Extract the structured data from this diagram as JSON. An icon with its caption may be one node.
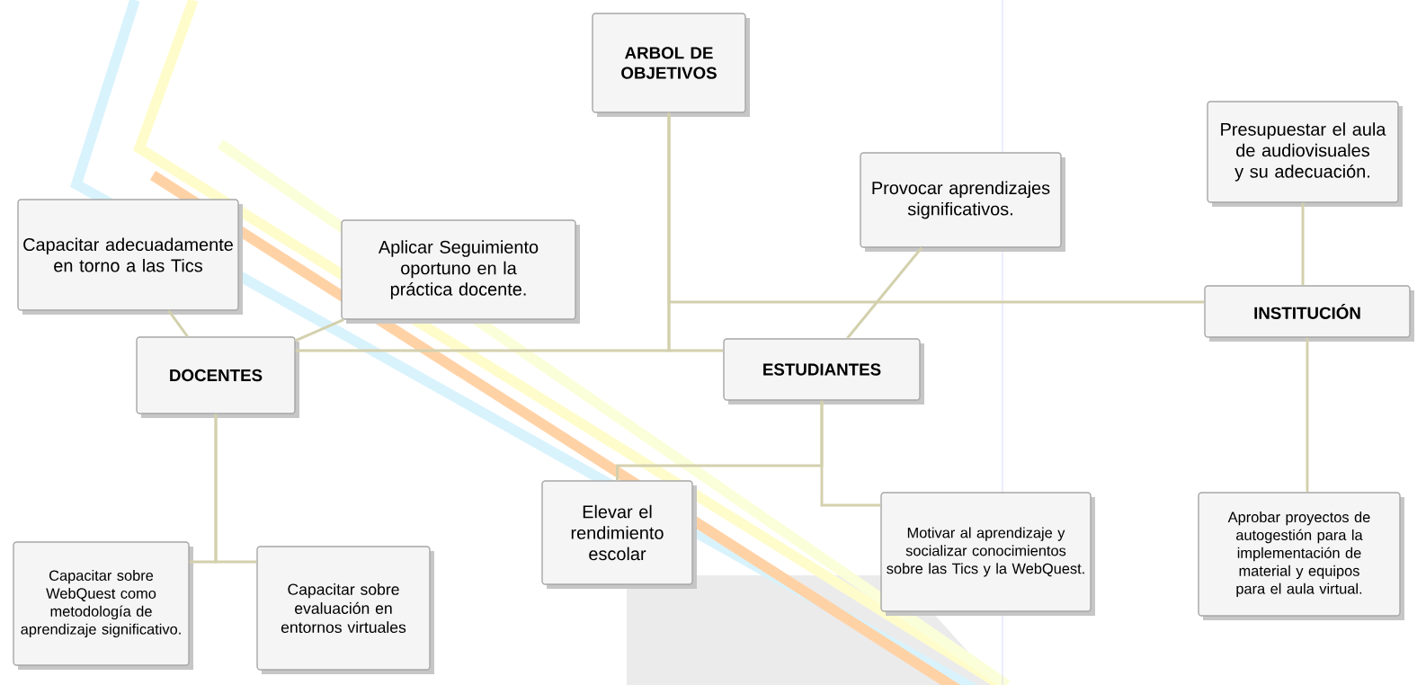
{
  "diagram": {
    "nodes": [
      {
        "text": [
          "ARBOL DE OBJETIVOS"
        ]
      },
      {
        "text": [
          "Presupuestar el aula de audiovisuales y su adecuación."
        ]
      },
      {
        "text": [
          "Provocar aprendizajes significativos."
        ]
      },
      {
        "text": [
          "Capacitar adecuadamente en torno a las Tics"
        ]
      },
      {
        "text": [
          "Aplicar Seguimiento oportuno en la práctica docente."
        ]
      },
      {
        "text": [
          "INSTITUCIÓN"
        ]
      },
      {
        "text": [
          "DOCENTES"
        ]
      },
      {
        "text": [
          "ESTUDIANTES"
        ]
      },
      {
        "text": [
          "Elevar el rendimiento escolar"
        ]
      },
      {
        "text": [
          "Motivar al aprendizaje y socializar conocimientos sobre las Tics y la WebQuest."
        ]
      },
      {
        "text": [
          "Aprobar proyectos de autogestión para la implementación de material y equipos para el aula virtual."
        ]
      },
      {
        "text": [
          "Capacitar sobre WebQuest como metodología de aprendizaje significativo."
        ]
      },
      {
        "text": [
          "Capacitar sobre evaluación en entornos virtuales"
        ]
      }
    ],
    "edges": [
      {
        "from": 0,
        "to": 6,
        "arrow": "none"
      },
      {
        "from": 0,
        "to": 7,
        "arrow": "none"
      },
      {
        "from": 0,
        "to": 5,
        "arrow": "none"
      },
      {
        "from": 6,
        "to": 3,
        "arrow": "none"
      },
      {
        "from": 6,
        "to": 4,
        "arrow": "none"
      },
      {
        "from": 7,
        "to": 2,
        "arrow": "none"
      },
      {
        "from": 5,
        "to": 1,
        "arrow": "none"
      },
      {
        "from": 6,
        "to": 11,
        "arrow": "none"
      },
      {
        "from": 6,
        "to": 12,
        "arrow": "none"
      },
      {
        "from": 7,
        "to": 8,
        "arrow": "none"
      },
      {
        "from": 7,
        "to": 9,
        "arrow": "none"
      },
      {
        "from": 5,
        "to": 10,
        "arrow": "none"
      }
    ]
  }
}
